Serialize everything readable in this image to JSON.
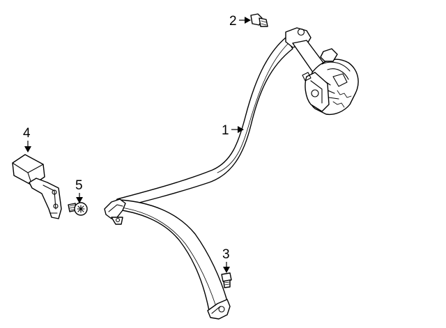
{
  "callouts": {
    "belt_assembly": "1",
    "anchor_bolt": "2",
    "lower_bolt": "3",
    "buckle": "4",
    "buckle_bolt": "5"
  },
  "colors": {
    "line": "#000000",
    "background": "#ffffff"
  }
}
